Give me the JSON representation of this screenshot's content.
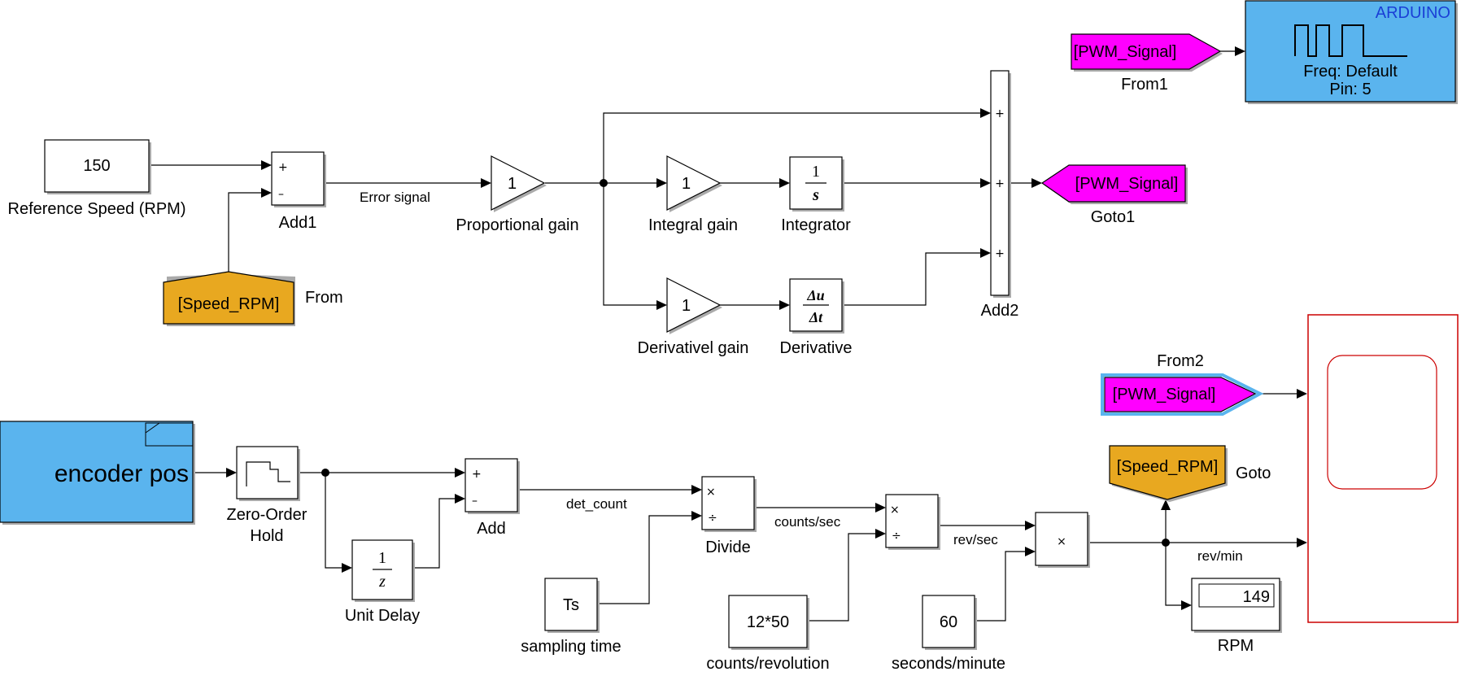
{
  "colors": {
    "goto_from_magenta": "#ff00ff",
    "goto_from_orange": "#e8a820",
    "arduino_blue": "#5ab4ee",
    "arduino_title": "#1a3fd6",
    "scope_red": "#cc0000",
    "selected_outline": "#5ab4ee"
  },
  "blocks": {
    "ref_const": {
      "value": "150",
      "label": "Reference Speed (RPM)"
    },
    "from_speed": {
      "tag": "[Speed_RPM]",
      "label": "From"
    },
    "add1": {
      "label": "Add1",
      "sign_plus": "+",
      "sign_minus": "–"
    },
    "p_gain": {
      "value": "1",
      "label": "Proportional gain"
    },
    "i_gain": {
      "value": "1",
      "label": "Integral gain"
    },
    "integrator": {
      "num": "1",
      "den": "s",
      "label": "Integrator"
    },
    "d_gain": {
      "value": "1",
      "label": "Derivativel gain"
    },
    "derivative": {
      "num": "Δu",
      "den": "Δt",
      "label": "Derivative"
    },
    "add2": {
      "label": "Add2",
      "signs": [
        "+",
        "+",
        "+"
      ]
    },
    "goto1": {
      "tag": "[PWM_Signal]",
      "label": "Goto1"
    },
    "from1": {
      "tag": "[PWM_Signal]",
      "label": "From1"
    },
    "arduino": {
      "title": "ARDUINO",
      "line1": "Freq: Default",
      "line2": "Pin: 5"
    },
    "from2": {
      "tag": "[PWM_Signal]",
      "label": "From2"
    },
    "encoder": {
      "text": "encoder pos"
    },
    "zoh": {
      "label_line1": "Zero-Order",
      "label_line2": "Hold"
    },
    "unit_delay": {
      "num": "1",
      "den": "z",
      "label": "Unit Delay"
    },
    "add": {
      "label": "Add",
      "sign_plus": "+",
      "sign_minus": "–"
    },
    "divide": {
      "label": "Divide",
      "mul": "×",
      "div": "÷"
    },
    "ts_const": {
      "value": "Ts",
      "label": "sampling time"
    },
    "cpr_const": {
      "value": "12*50",
      "label": "counts/revolution"
    },
    "divide2": {
      "mul": "×",
      "div": "÷"
    },
    "spm_const": {
      "value": "60",
      "label": "seconds/minute"
    },
    "product": {
      "mul": "×"
    },
    "goto_speed": {
      "tag": "[Speed_RPM]",
      "label": "Goto"
    },
    "rpm_display": {
      "value": "149",
      "label": "RPM"
    }
  },
  "signals": {
    "error": "Error signal",
    "det_count": "det_count",
    "counts_sec": "counts/sec",
    "rev_sec": "rev/sec",
    "rev_min": "rev/min"
  }
}
